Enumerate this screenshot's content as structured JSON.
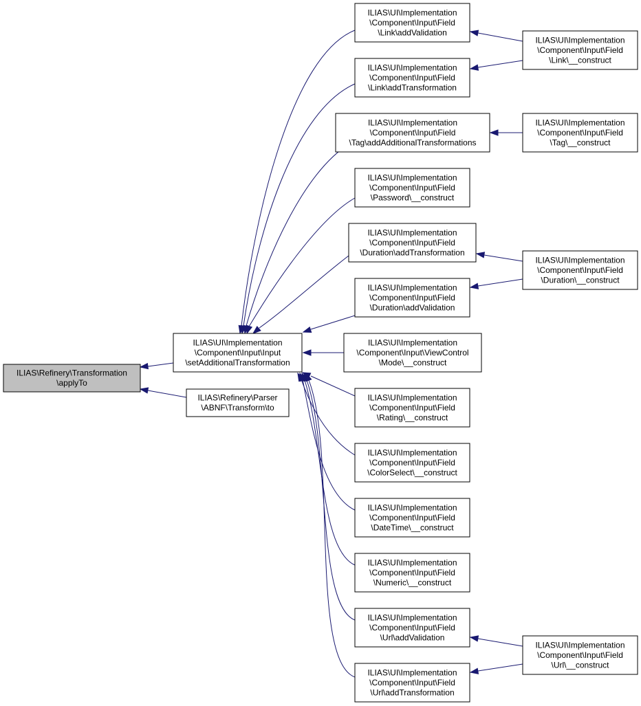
{
  "colors": {
    "edge": "#191970",
    "root_fill": "#bfbfbf",
    "node_fill": "#ffffff",
    "node_border": "#000000"
  },
  "nodes": [
    {
      "id": "n1",
      "lines": [
        "ILIAS\\Refinery\\Transformation",
        "\\applyTo"
      ],
      "root": true
    },
    {
      "id": "n2",
      "lines": [
        "ILIAS\\UI\\Implementation",
        "\\Component\\Input\\Input",
        "\\setAdditionalTransformation"
      ]
    },
    {
      "id": "n3",
      "lines": [
        "ILIAS\\Refinery\\Parser",
        "\\ABNF\\Transform\\to"
      ]
    },
    {
      "id": "n4",
      "lines": [
        "ILIAS\\UI\\Implementation",
        "\\Component\\Input\\Field",
        "\\Link\\addValidation"
      ]
    },
    {
      "id": "n5",
      "lines": [
        "ILIAS\\UI\\Implementation",
        "\\Component\\Input\\Field",
        "\\Link\\addTransformation"
      ]
    },
    {
      "id": "n6",
      "lines": [
        "ILIAS\\UI\\Implementation",
        "\\Component\\Input\\Field",
        "\\Tag\\addAdditionalTransformations"
      ]
    },
    {
      "id": "n7",
      "lines": [
        "ILIAS\\UI\\Implementation",
        "\\Component\\Input\\Field",
        "\\Password\\__construct"
      ]
    },
    {
      "id": "n8",
      "lines": [
        "ILIAS\\UI\\Implementation",
        "\\Component\\Input\\Field",
        "\\Duration\\addTransformation"
      ]
    },
    {
      "id": "n9",
      "lines": [
        "ILIAS\\UI\\Implementation",
        "\\Component\\Input\\Field",
        "\\Duration\\addValidation"
      ]
    },
    {
      "id": "n10",
      "lines": [
        "ILIAS\\UI\\Implementation",
        "\\Component\\Input\\ViewControl",
        "\\Mode\\__construct"
      ]
    },
    {
      "id": "n11",
      "lines": [
        "ILIAS\\UI\\Implementation",
        "\\Component\\Input\\Field",
        "\\Rating\\__construct"
      ]
    },
    {
      "id": "n12",
      "lines": [
        "ILIAS\\UI\\Implementation",
        "\\Component\\Input\\Field",
        "\\ColorSelect\\__construct"
      ]
    },
    {
      "id": "n13",
      "lines": [
        "ILIAS\\UI\\Implementation",
        "\\Component\\Input\\Field",
        "\\DateTime\\__construct"
      ]
    },
    {
      "id": "n14",
      "lines": [
        "ILIAS\\UI\\Implementation",
        "\\Component\\Input\\Field",
        "\\Numeric\\__construct"
      ]
    },
    {
      "id": "n15",
      "lines": [
        "ILIAS\\UI\\Implementation",
        "\\Component\\Input\\Field",
        "\\Url\\addValidation"
      ]
    },
    {
      "id": "n16",
      "lines": [
        "ILIAS\\UI\\Implementation",
        "\\Component\\Input\\Field",
        "\\Url\\addTransformation"
      ]
    },
    {
      "id": "n17",
      "lines": [
        "ILIAS\\UI\\Implementation",
        "\\Component\\Input\\Field",
        "\\Link\\__construct"
      ]
    },
    {
      "id": "n18",
      "lines": [
        "ILIAS\\UI\\Implementation",
        "\\Component\\Input\\Field",
        "\\Tag\\__construct"
      ]
    },
    {
      "id": "n19",
      "lines": [
        "ILIAS\\UI\\Implementation",
        "\\Component\\Input\\Field",
        "\\Duration\\__construct"
      ]
    },
    {
      "id": "n20",
      "lines": [
        "ILIAS\\UI\\Implementation",
        "\\Component\\Input\\Field",
        "\\Url\\__construct"
      ]
    }
  ],
  "edges": [
    {
      "from": "n2",
      "to": "n1"
    },
    {
      "from": "n3",
      "to": "n1"
    },
    {
      "from": "n4",
      "to": "n2"
    },
    {
      "from": "n5",
      "to": "n2"
    },
    {
      "from": "n6",
      "to": "n2"
    },
    {
      "from": "n7",
      "to": "n2"
    },
    {
      "from": "n8",
      "to": "n2"
    },
    {
      "from": "n9",
      "to": "n2"
    },
    {
      "from": "n10",
      "to": "n2"
    },
    {
      "from": "n11",
      "to": "n2"
    },
    {
      "from": "n12",
      "to": "n2"
    },
    {
      "from": "n13",
      "to": "n2"
    },
    {
      "from": "n14",
      "to": "n2"
    },
    {
      "from": "n15",
      "to": "n2"
    },
    {
      "from": "n16",
      "to": "n2"
    },
    {
      "from": "n17",
      "to": "n4"
    },
    {
      "from": "n17",
      "to": "n5"
    },
    {
      "from": "n18",
      "to": "n6"
    },
    {
      "from": "n19",
      "to": "n8"
    },
    {
      "from": "n19",
      "to": "n9"
    },
    {
      "from": "n20",
      "to": "n15"
    },
    {
      "from": "n20",
      "to": "n16"
    }
  ]
}
